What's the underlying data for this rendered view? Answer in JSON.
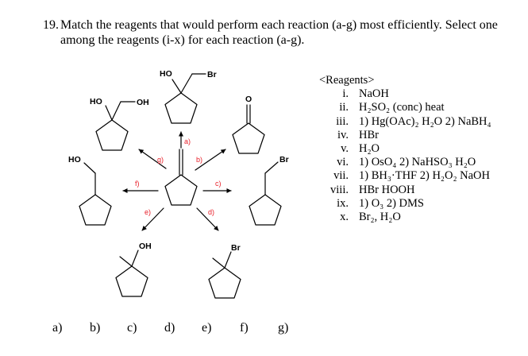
{
  "question": {
    "number": "19.",
    "line1": "Match the reagents that would perform each reaction (a-g) most efficiently. Select one",
    "line2": "among the reagents (i-x) for each reaction (a-g)."
  },
  "scheme": {
    "atoms": {
      "top": [
        "HO",
        "Br"
      ],
      "upper_left": [
        "HO",
        "OH"
      ],
      "ketone": [
        "O"
      ],
      "left": [
        "HO"
      ],
      "right": [
        "Br"
      ],
      "bottom_left": [
        "OH"
      ],
      "bottom_right": [
        "Br"
      ]
    },
    "arrow_labels": [
      "a)",
      "b)",
      "c)",
      "d)",
      "e)",
      "f)",
      "g)"
    ],
    "label_color": "#e8202a"
  },
  "reagents": {
    "title": "<Reagents>",
    "items": [
      {
        "num": "i.",
        "text": "NaOH"
      },
      {
        "num": "ii.",
        "text": "H₂SO₂ (conc) heat"
      },
      {
        "num": "iii.",
        "text": "1) Hg(OAc)₂ H₂O 2) NaBH₄"
      },
      {
        "num": "iv.",
        "text": "HBr"
      },
      {
        "num": "v.",
        "text": "H₂O"
      },
      {
        "num": "vi.",
        "text": "1) OsO₄ 2) NaHSO₃ H₂O"
      },
      {
        "num": "vii.",
        "text": "1) BH₃·THF 2) H₂O₂ NaOH"
      },
      {
        "num": "viii.",
        "text": "HBr HOOH"
      },
      {
        "num": "ix.",
        "text": "1) O₃ 2) DMS"
      },
      {
        "num": "x.",
        "text": "Br₂, H₂O"
      }
    ]
  },
  "answers": [
    "a)",
    "b)",
    "c)",
    "d)",
    "e)",
    "f)",
    "g)"
  ]
}
